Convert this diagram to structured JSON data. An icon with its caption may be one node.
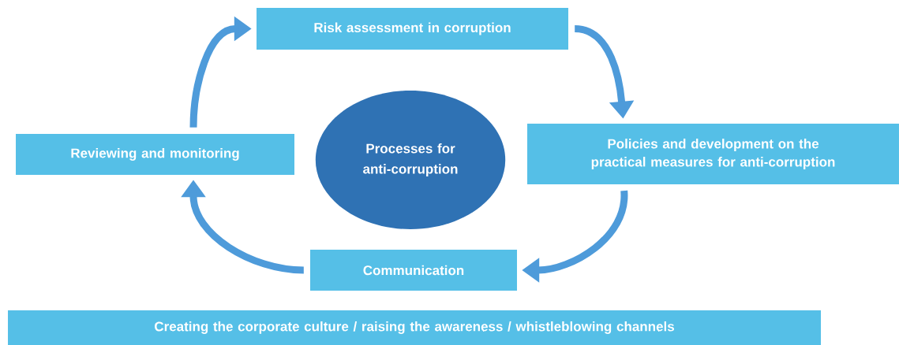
{
  "diagram": {
    "nodes": [
      {
        "text": [
          "Risk assessment in corruption"
        ]
      },
      {
        "text": [
          "Policies and development on the practical measures for anti-corruption"
        ]
      },
      {
        "text": [
          "Communication"
        ]
      },
      {
        "text": [
          "Reviewing and monitoring"
        ]
      },
      {
        "text": [
          "Processes for anti-corruption"
        ]
      },
      {
        "text": [
          "Creating the corporate culture / raising the awareness / whistleblowing channels"
        ]
      }
    ],
    "edges": [
      {
        "from": 0,
        "to": 1,
        "arrow": "to"
      },
      {
        "from": 1,
        "to": 2,
        "arrow": "to"
      },
      {
        "from": 2,
        "to": 3,
        "arrow": "to"
      },
      {
        "from": 3,
        "to": 0,
        "arrow": "to"
      }
    ]
  }
}
